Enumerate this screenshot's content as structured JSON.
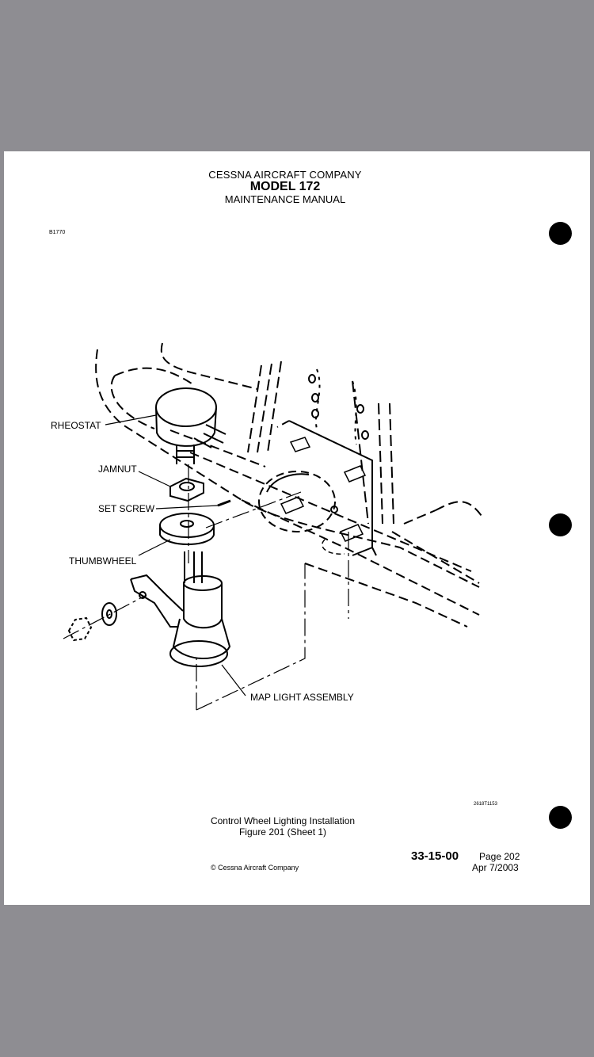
{
  "document": {
    "company": "CESSNA AIRCRAFT COMPANY",
    "model": "MODEL 172",
    "manual_type": "MAINTENANCE MANUAL",
    "figure_code": "B1770",
    "drawing_code": "2618T1153",
    "caption_line1": "Control Wheel Lighting Installation",
    "caption_line2": "Figure 201 (Sheet 1)",
    "section_number": "33-15-00",
    "page_number": "Page 202",
    "page_date": "Apr 7/2003",
    "copyright": "© Cessna Aircraft Company"
  },
  "figure": {
    "labels": {
      "rheostat": "RHEOSTAT",
      "jamnut": "JAMNUT",
      "set_screw": "SET SCREW",
      "thumbwheel": "THUMBWHEEL",
      "map_light_assembly": "MAP LIGHT ASSEMBLY"
    }
  }
}
